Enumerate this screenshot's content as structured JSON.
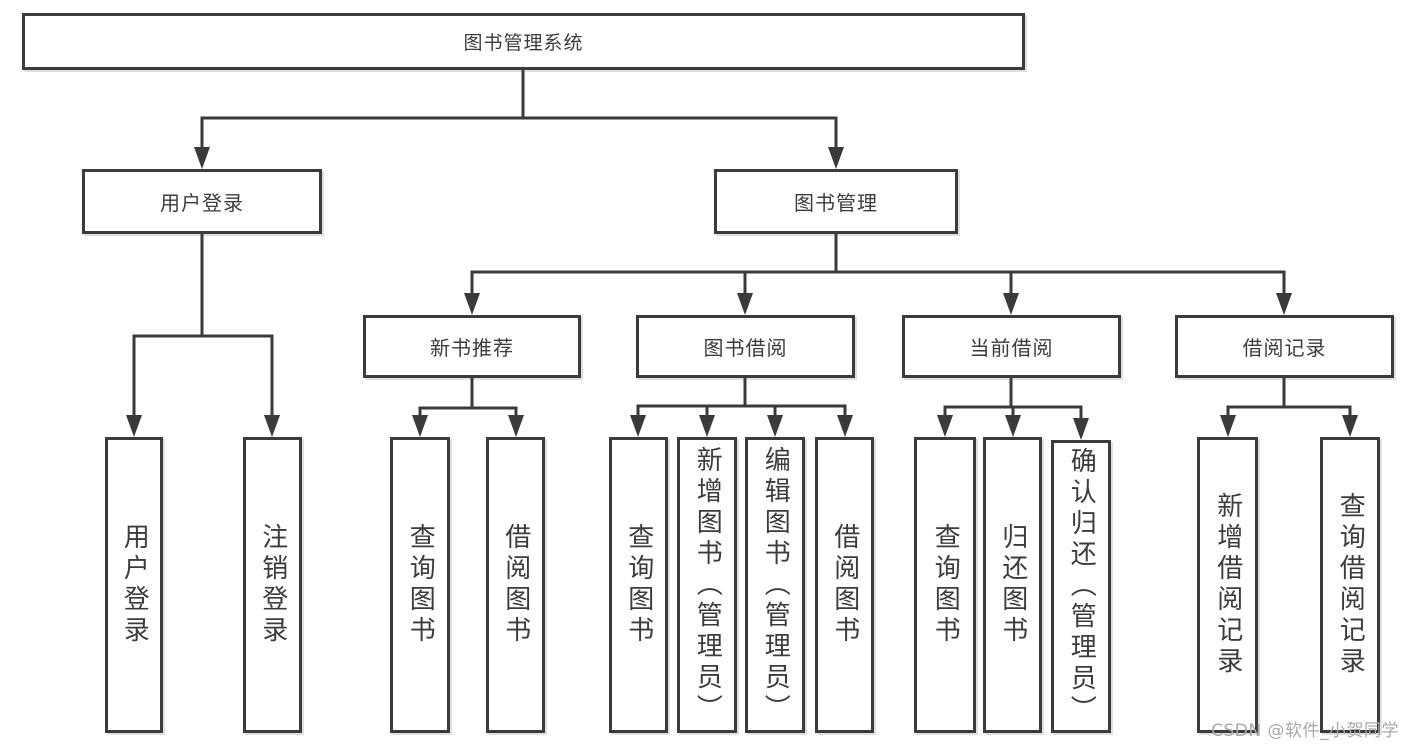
{
  "diagram": {
    "title": "图书管理系统",
    "watermark": "CSDN @软件_小贺同学",
    "colors": {
      "line": "#3a3a3c",
      "box_border": "#3b3b3d",
      "text": "#3c3c3e",
      "background": "#ffffff",
      "watermark": "#a9a9ab"
    },
    "nodes": {
      "root": "图书管理系统",
      "branch_login": "用户登录",
      "branch_mgmt": "图书管理",
      "leaf_login": "用户登录",
      "leaf_logout": "注销登录",
      "sec_recommend": "新书推荐",
      "sec_borrow": "图书借阅",
      "sec_current": "当前借阅",
      "sec_record": "借阅记录",
      "rec_query": "查询图书",
      "rec_borrow": "借阅图书",
      "bor_query": "查询图书",
      "bor_add": "新增图书（管理员）",
      "bor_edit": "编辑图书（管理员）",
      "bor_borrow": "借阅图书",
      "cur_query": "查询图书",
      "cur_return": "归还图书",
      "cur_confirm": "确认归还（管理员）",
      "recd_add": "新增借阅记录",
      "recd_query": "查询借阅记录"
    },
    "tree": {
      "label": "图书管理系统",
      "children": [
        {
          "label": "用户登录",
          "children": [
            {
              "label": "用户登录"
            },
            {
              "label": "注销登录"
            }
          ]
        },
        {
          "label": "图书管理",
          "children": [
            {
              "label": "新书推荐",
              "children": [
                {
                  "label": "查询图书"
                },
                {
                  "label": "借阅图书"
                }
              ]
            },
            {
              "label": "图书借阅",
              "children": [
                {
                  "label": "查询图书"
                },
                {
                  "label": "新增图书（管理员）"
                },
                {
                  "label": "编辑图书（管理员）"
                },
                {
                  "label": "借阅图书"
                }
              ]
            },
            {
              "label": "当前借阅",
              "children": [
                {
                  "label": "查询图书"
                },
                {
                  "label": "归还图书"
                },
                {
                  "label": "确认归还（管理员）"
                }
              ]
            },
            {
              "label": "借阅记录",
              "children": [
                {
                  "label": "新增借阅记录"
                },
                {
                  "label": "查询借阅记录"
                }
              ]
            }
          ]
        }
      ]
    }
  }
}
